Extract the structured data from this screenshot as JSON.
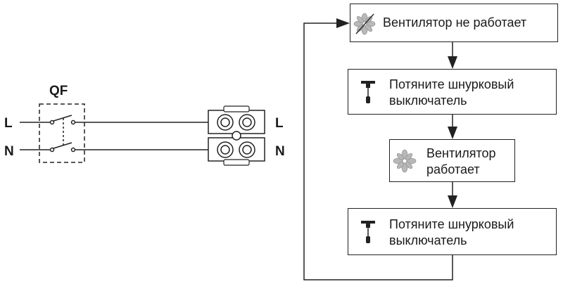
{
  "wiring": {
    "breaker_label": "QF",
    "left_line_label": "L",
    "left_neutral_label": "N",
    "right_line_label": "L",
    "right_neutral_label": "N"
  },
  "flow": {
    "steps": [
      {
        "text": "Вентилятор не работает",
        "icon": "fan-off-icon"
      },
      {
        "text": "Потяните шнурковый выключатель",
        "line1": "Потяните шнурковый",
        "line2": "выключатель",
        "icon": "pull-cord-switch-icon"
      },
      {
        "text": "Вентилятор работает",
        "line1": "Вентилятор",
        "line2": "работает",
        "icon": "fan-icon"
      },
      {
        "text": "Потяните шнурковый выключатель",
        "line1": "Потяните шнурковый",
        "line2": "выключатель",
        "icon": "pull-cord-switch-icon"
      }
    ]
  }
}
